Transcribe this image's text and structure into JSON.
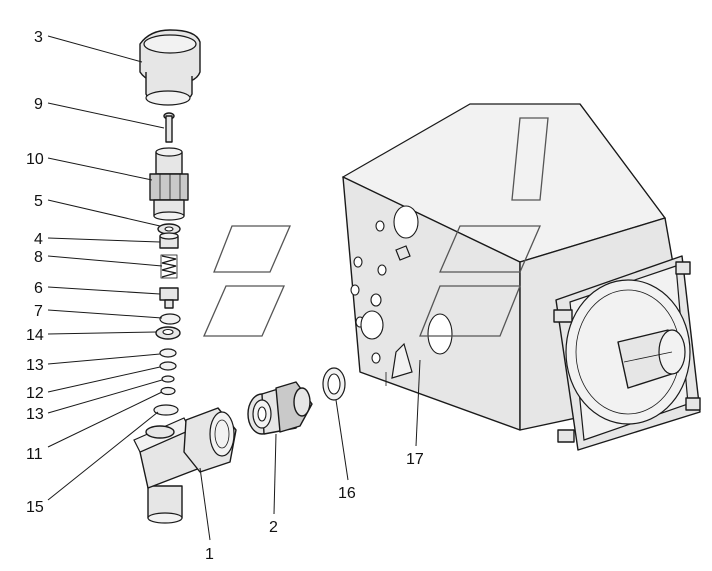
{
  "callouts": {
    "c3": "3",
    "c9": "9",
    "c10": "10",
    "c5": "5",
    "c4": "4",
    "c8": "8",
    "c6": "6",
    "c7": "7",
    "c14": "14",
    "c13a": "13",
    "c12": "12",
    "c13b": "13",
    "c11": "11",
    "c15": "15",
    "c1": "1",
    "c2": "2",
    "c16": "16",
    "c17": "17"
  },
  "colors": {
    "line": "#1a1a1a",
    "fill": "#e6e6e6",
    "background": "#ffffff"
  }
}
